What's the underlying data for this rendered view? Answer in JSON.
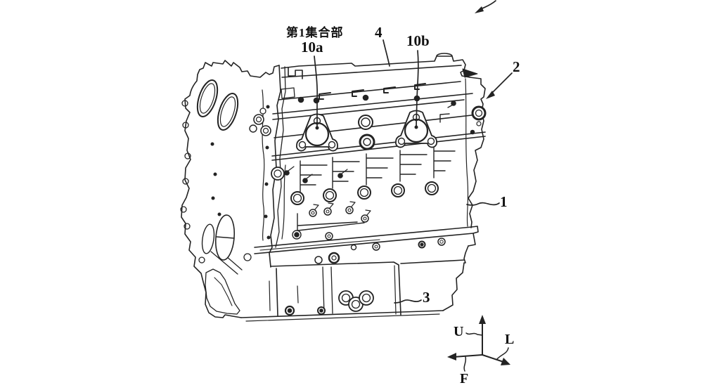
{
  "page": {
    "background": "#ffffff",
    "line_color": "#232323"
  },
  "annotations": {
    "collector_label": "第1集合部",
    "ref_10a": "10a",
    "ref_4": "4",
    "ref_10b": "10b",
    "ref_2": "2",
    "ref_1": "1",
    "ref_3": "3"
  },
  "axis_indicator": {
    "up": "U",
    "left": "L",
    "front": "F"
  }
}
